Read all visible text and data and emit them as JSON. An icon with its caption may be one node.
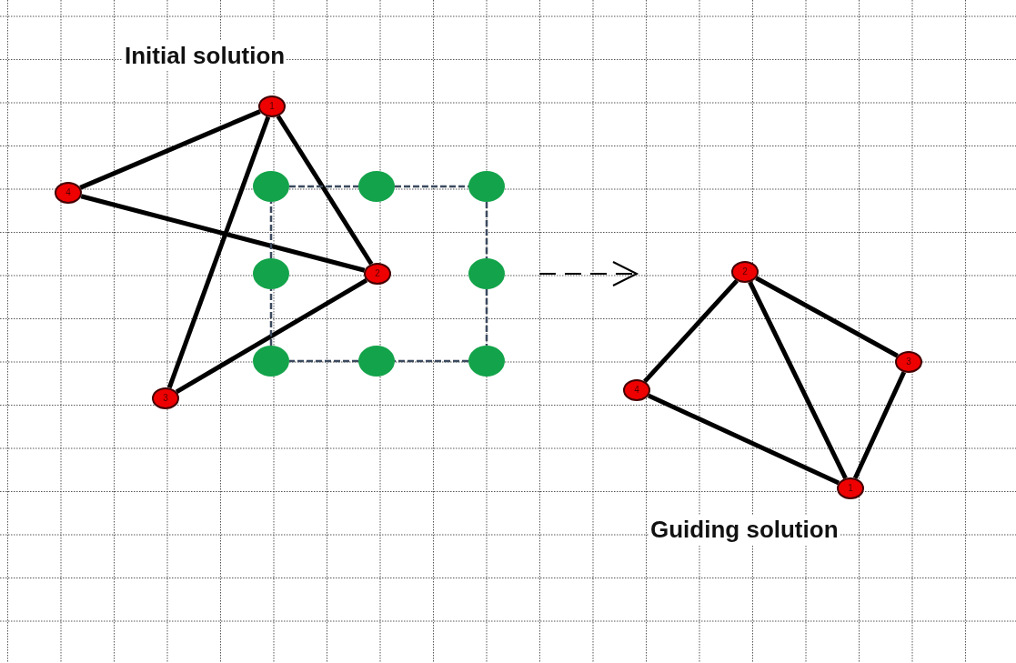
{
  "diagram": {
    "nodes": [
      {
        "text": [
          "1"
        ]
      },
      {
        "text": [
          "2"
        ]
      },
      {
        "text": [
          "3"
        ]
      },
      {
        "text": [
          "4"
        ]
      },
      {
        "text": [],
        "shape": "circle"
      },
      {
        "text": [],
        "shape": "circle"
      },
      {
        "text": [],
        "shape": "circle"
      },
      {
        "text": [],
        "shape": "circle"
      },
      {
        "text": [],
        "shape": "circle"
      },
      {
        "text": [],
        "shape": "circle"
      },
      {
        "text": [],
        "shape": "circle"
      },
      {
        "text": [],
        "shape": "circle"
      },
      {
        "text": [
          "2"
        ]
      },
      {
        "text": [
          "3"
        ]
      },
      {
        "text": [
          "4"
        ]
      },
      {
        "text": [
          "1"
        ]
      }
    ],
    "edges": [
      {
        "from": 3,
        "to": 0,
        "arrow": "none"
      },
      {
        "from": 0,
        "to": 2,
        "arrow": "none"
      },
      {
        "from": 0,
        "to": 1,
        "arrow": "none"
      },
      {
        "from": 3,
        "to": 1,
        "arrow": "none"
      },
      {
        "from": 2,
        "to": 1,
        "arrow": "none"
      },
      {
        "from": 4,
        "to": 5,
        "arrow": "none",
        "style": "dashed",
        "color": "#3b4a5e"
      },
      {
        "from": 5,
        "to": 6,
        "arrow": "none",
        "style": "dashed",
        "color": "#3b4a5e"
      },
      {
        "from": 6,
        "to": 8,
        "arrow": "none",
        "style": "dashed",
        "color": "#3b4a5e"
      },
      {
        "from": 8,
        "to": 11,
        "arrow": "none",
        "style": "dashed",
        "color": "#3b4a5e"
      },
      {
        "from": 11,
        "to": 10,
        "arrow": "none",
        "style": "dashed",
        "color": "#3b4a5e"
      },
      {
        "from": 10,
        "to": 9,
        "arrow": "none",
        "style": "dashed",
        "color": "#3b4a5e"
      },
      {
        "from": 9,
        "to": 7,
        "arrow": "none",
        "style": "dashed",
        "color": "#3b4a5e"
      },
      {
        "from": 7,
        "to": 4,
        "arrow": "none",
        "style": "dashed",
        "color": "#3b4a5e"
      },
      {
        "from": 12,
        "to": 14,
        "arrow": "none"
      },
      {
        "from": 12,
        "to": 15,
        "arrow": "none"
      },
      {
        "from": 12,
        "to": 13,
        "arrow": "none"
      },
      {
        "from": 13,
        "to": 15,
        "arrow": "none"
      },
      {
        "from": 14,
        "to": 15,
        "arrow": "none"
      }
    ],
    "labels": [
      "Initial solution",
      "Guiding solution"
    ]
  }
}
